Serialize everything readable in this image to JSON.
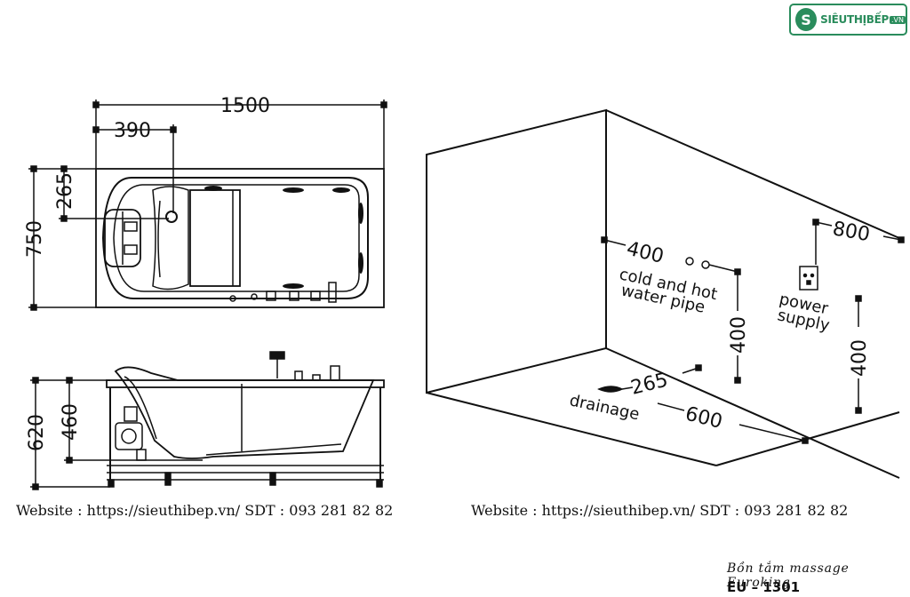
{
  "brand": {
    "logo_mark": "S",
    "logo_text": "SIÊUTHỊBẾP",
    "logo_suffix": ".VN",
    "accent_color": "#2a8c5c"
  },
  "top_view": {
    "dim_total_length": "1500",
    "dim_head_offset": "390",
    "dim_width": "750",
    "dim_drain_offset": "265"
  },
  "side_view": {
    "dim_total_height": "620",
    "dim_tub_height": "460"
  },
  "install_view": {
    "dim_pipe_offset": "400",
    "pipe_label_line1": "cold and hot",
    "pipe_label_line2": "water pipe",
    "dim_pipe_height": "400",
    "dim_power_offset": "800",
    "power_label_line1": "power",
    "power_label_line2": "supply",
    "dim_power_height": "400",
    "dim_drain_offset": "265",
    "drain_label": "drainage",
    "dim_drain_distance": "600"
  },
  "footer": {
    "left_text": "Website : https://sieuthibep.vn/      SDT : 093 281 82 82",
    "right_text": "Website : https://sieuthibep.vn/ SDT : 093 281 82 82"
  },
  "product": {
    "name": "Bồn tắm massage Euroking",
    "model": "EU – 1301"
  }
}
